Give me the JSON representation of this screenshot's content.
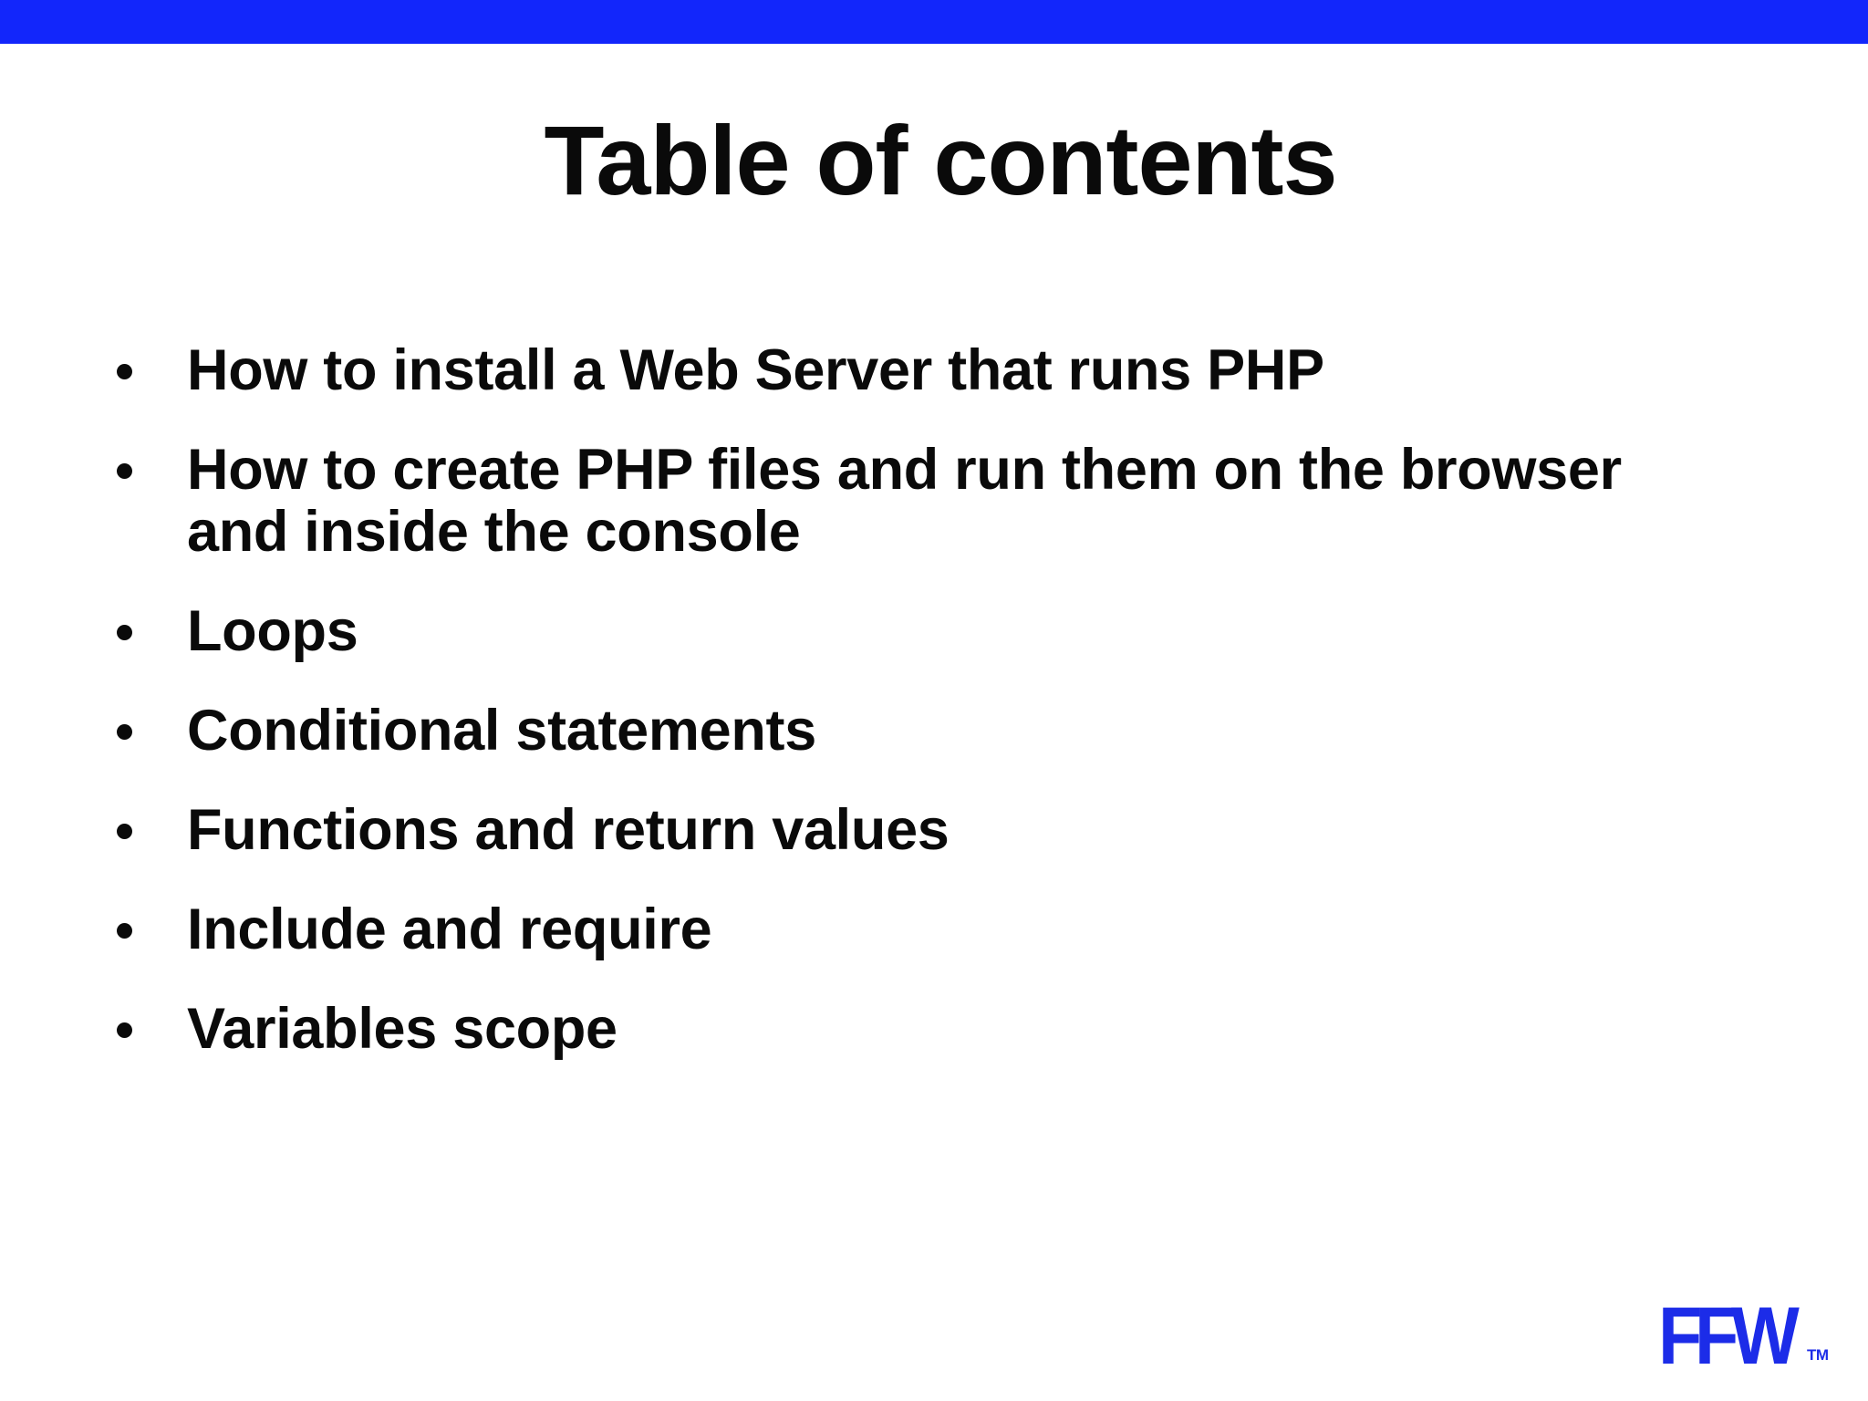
{
  "slide": {
    "background_color": "#ffffff",
    "accent_color": "#1226fb",
    "text_color": "#0a0a0a",
    "title": "Table of contents"
  },
  "top_bar": {
    "color": "#1226fb"
  },
  "contents": {
    "items": [
      {
        "text": "How to install a Web Server that runs PHP"
      },
      {
        "text": "How to create PHP files and run them on the browser and inside the console"
      },
      {
        "text": "Loops"
      },
      {
        "text": "Conditional statements"
      },
      {
        "text": "Functions and return values"
      },
      {
        "text": "Include and require"
      },
      {
        "text": "Variables scope"
      }
    ]
  },
  "logo": {
    "wordmark": "FFW",
    "trademark": "TM",
    "color": "#1c2ce8"
  }
}
